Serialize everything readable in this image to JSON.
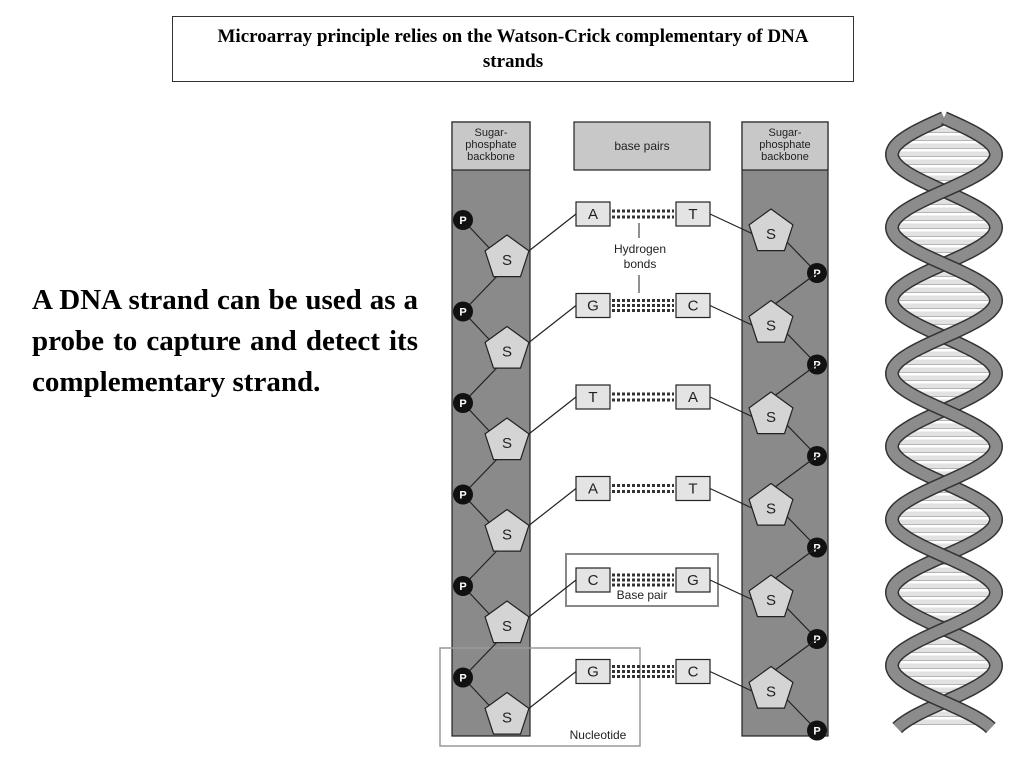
{
  "title": "Microarray principle relies on the Watson-Crick complementary of DNA strands",
  "body_text": "A DNA strand can be used as a probe to capture and detect its complementary strand.",
  "diagram": {
    "backbone_left_label": [
      "Sugar-",
      "phosphate",
      "backbone"
    ],
    "backbone_right_label": [
      "Sugar-",
      "phosphate",
      "backbone"
    ],
    "base_pairs_label": "base pairs",
    "hydrogen_bonds_label": [
      "Hydrogen",
      "bonds"
    ],
    "base_pair_label": "Base pair",
    "nucleotide_label": "Nucleotide",
    "sugar_symbol": "S",
    "phosphate_symbol": "P",
    "pairs": [
      {
        "left": "A",
        "right": "T"
      },
      {
        "left": "G",
        "right": "C"
      },
      {
        "left": "T",
        "right": "A"
      },
      {
        "left": "A",
        "right": "T"
      },
      {
        "left": "C",
        "right": "G"
      },
      {
        "left": "G",
        "right": "C"
      }
    ]
  },
  "colors": {
    "backbone": "#8a8a8a",
    "header_fill": "#c8c8c8",
    "sugar_fill": "#d4d4d4",
    "base_fill": "#e4e4e4",
    "phosphate": "#111111",
    "helix_strand": "#8c8c8c",
    "helix_rung": "#e2e2e2"
  }
}
